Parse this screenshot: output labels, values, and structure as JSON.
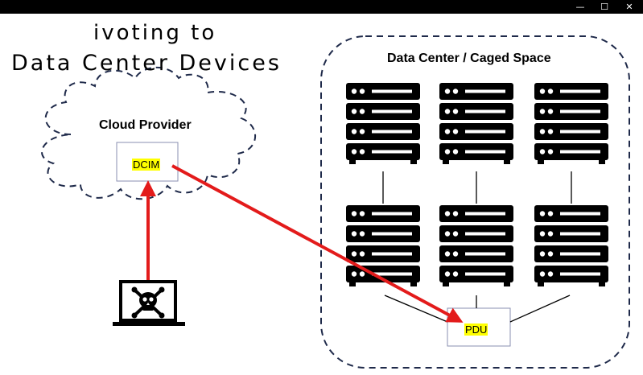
{
  "window": {
    "controls": {
      "minimize": "—",
      "maximize": "☐",
      "close": "✕"
    }
  },
  "slide": {
    "title_line1": "ivoting to",
    "title_line2": "Data Center Devices",
    "cloud": {
      "label": "Cloud Provider",
      "box_label": "DCIM"
    },
    "datacenter": {
      "label": "Data Center / Caged Space",
      "server_racks": 6
    },
    "pdu": {
      "label": "PDU"
    },
    "attacker": {
      "icon": "skull-laptop-icon"
    },
    "colors": {
      "arrow": "#e31b1b",
      "dashed_border": "#1f2a4a",
      "highlight": "#ffff00",
      "rack": "#000000"
    }
  }
}
